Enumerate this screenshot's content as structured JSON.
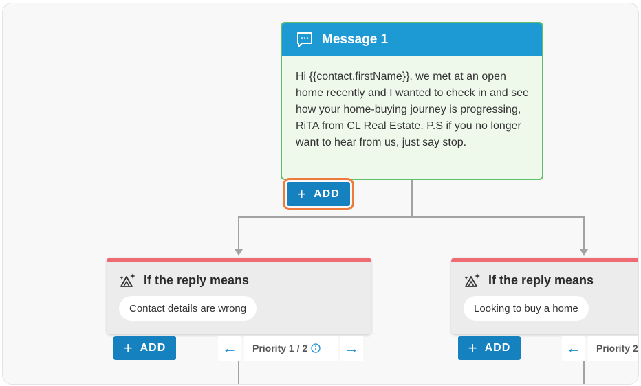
{
  "message": {
    "title": "Message 1",
    "body": "Hi {{contact.firstName}}. we met at an open home recently and I wanted to check in and see how your home-buying journey is progressing, RiTA from CL Real Estate. P.S if you no longer want to hear from us, just say stop."
  },
  "add_label": "ADD",
  "branches": [
    {
      "title": "If the reply means",
      "condition": "Contact details are wrong",
      "priority": "Priority 1 / 2"
    },
    {
      "title": "If the reply means",
      "condition": "Looking to buy a home",
      "priority": "Priority 2"
    }
  ],
  "colors": {
    "header_blue": "#1d99d3",
    "button_blue": "#1581be",
    "card_green_border": "#5fbf6a",
    "condition_stripe": "#ef6b72",
    "highlight_orange": "#ee7b3c"
  },
  "icons": {
    "message": "chat-bubble-icon",
    "condition": "ai-sparkle-icon",
    "prev": "arrow-left-icon",
    "next": "arrow-right-icon",
    "info": "info-icon",
    "add": "plus-icon"
  }
}
